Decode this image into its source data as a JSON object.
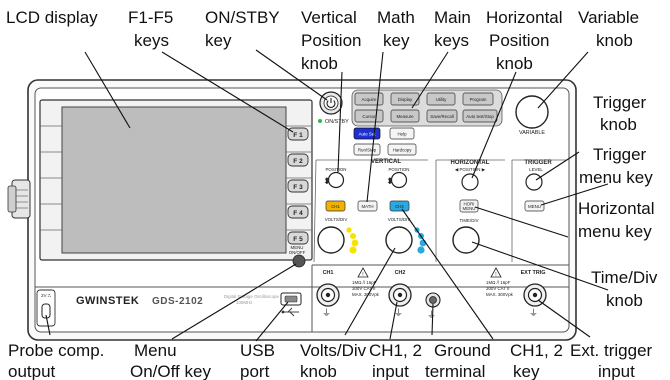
{
  "callouts": {
    "lcd_display": "LCD display",
    "f_keys_1": "F1-F5",
    "f_keys_2": "keys",
    "on_stby_1": "ON/STBY",
    "on_stby_2": "key",
    "vertical_position_1": "Vertical",
    "vertical_position_2": "Position",
    "vertical_position_3": "knob",
    "math_1": "Math",
    "math_2": "key",
    "main_1": "Main",
    "main_2": "keys",
    "horizontal_position_1": "Horizontal",
    "horizontal_position_2": "Position",
    "horizontal_position_3": "knob",
    "variable_1": "Variable",
    "variable_2": "knob",
    "trigger_knob_1": "Trigger",
    "trigger_knob_2": "knob",
    "trigger_menu_1": "Trigger",
    "trigger_menu_2": "menu key",
    "horizontal_menu_1": "Horizontal",
    "horizontal_menu_2": "menu key",
    "time_div_1": "Time/Div",
    "time_div_2": "knob",
    "probe_comp_1": "Probe comp.",
    "probe_comp_2": "output",
    "menu_onoff_1": "Menu",
    "menu_onoff_2": "On/Off key",
    "usb_1": "USB",
    "usb_2": "port",
    "volts_div_1": "Volts/Div",
    "volts_div_2": "knob",
    "ch12_input_1": "CH1, 2",
    "ch12_input_2": "input",
    "ground_1": "Ground",
    "ground_2": "terminal",
    "ch12_key_1": "CH1, 2",
    "ch12_key_2": "key",
    "ext_trigger_1": "Ext. trigger",
    "ext_trigger_2": "input"
  },
  "panel": {
    "brand": "GWINSTEK",
    "model": "GDS-2102",
    "subtitle_1": "Digital Storage Oscilloscope",
    "subtitle_2": "100MHz",
    "on_stby_label": "ON/STBY",
    "f_keys": [
      "F 1",
      "F 2",
      "F 3",
      "F 4",
      "F 5"
    ],
    "menu_on_off": [
      "MENU",
      "ON/OFF"
    ],
    "main_keys_row1": [
      "Acquire",
      "Display",
      "Utility",
      "Program"
    ],
    "main_keys_row2": [
      "Cursor",
      "Measure",
      "Save/Recall",
      "Auto test/Stop"
    ],
    "autoset": "Auto Set",
    "help": "Help",
    "run_stop": "Run/Stop",
    "hardcopy": "Hardcopy",
    "variable_label": "VARIABLE",
    "vertical_label": "VERTICAL",
    "position_label": "POSITION",
    "ch1_key": "CH1",
    "ch2_key": "CH2",
    "math_key": "MATH",
    "volts_div_label": "VOLTS/DIV",
    "horizontal_label": "HORIZONTAL",
    "h_position_label": "◀ POSITION ▶",
    "hori_menu_key": [
      "HORI",
      "MENU"
    ],
    "time_div_label": "TIME/DIV",
    "trigger_label": "TRIGGER",
    "level_label": "LEVEL",
    "trigger_menu_key": "MENU",
    "ch1_input_label": "CH1",
    "ch2_input_label": "CH2",
    "ext_trig_label": "EXT TRIG",
    "input_spec_1": "1MΩ // 16pF",
    "input_spec_2": "300V CAT II",
    "input_spec_3": "MAX. 300Vpk",
    "probe_comp_label": "2V ⎍"
  },
  "colors": {
    "ch1_key": "#f0b400",
    "ch2_key": "#2aa8e0",
    "autoset_key": "#1f2fd0",
    "lcd": "#bdbdbd",
    "led": "#2db84a"
  }
}
